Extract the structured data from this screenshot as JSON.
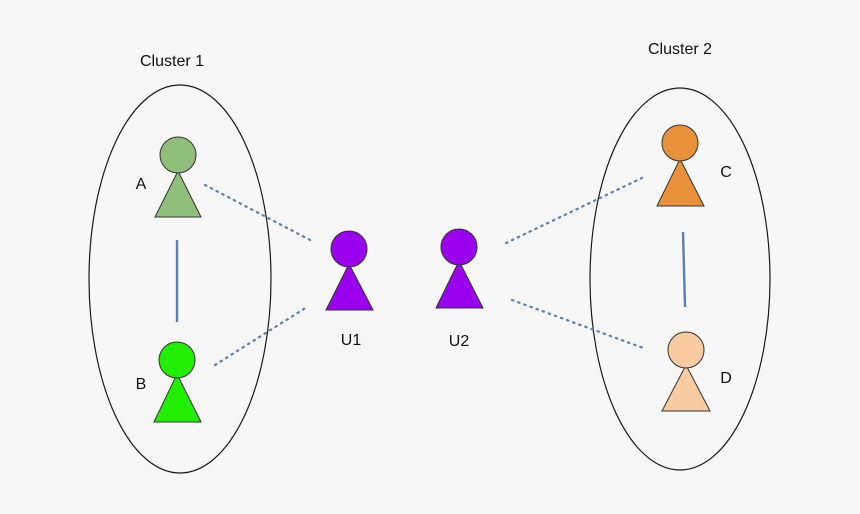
{
  "clusters": [
    {
      "id": "cluster1",
      "label": "Cluster 1"
    },
    {
      "id": "cluster2",
      "label": "Cluster 2"
    }
  ],
  "persons": [
    {
      "id": "A",
      "label": "A",
      "color": "#8fbf7b"
    },
    {
      "id": "B",
      "label": "B",
      "color": "#22ee00"
    },
    {
      "id": "C",
      "label": "C",
      "color": "#e8913a"
    },
    {
      "id": "D",
      "label": "D",
      "color": "#f8cba1"
    },
    {
      "id": "U1",
      "label": "U1",
      "color": "#9b00ee"
    },
    {
      "id": "U2",
      "label": "U2",
      "color": "#9b00ee"
    }
  ],
  "links": {
    "solid": [
      [
        "A",
        "B"
      ],
      [
        "C",
        "D"
      ]
    ],
    "dotted": [
      [
        "A",
        "U1"
      ],
      [
        "B",
        "U1"
      ],
      [
        "U2",
        "C"
      ],
      [
        "U2",
        "D"
      ]
    ],
    "color": "#5b7fb0"
  }
}
